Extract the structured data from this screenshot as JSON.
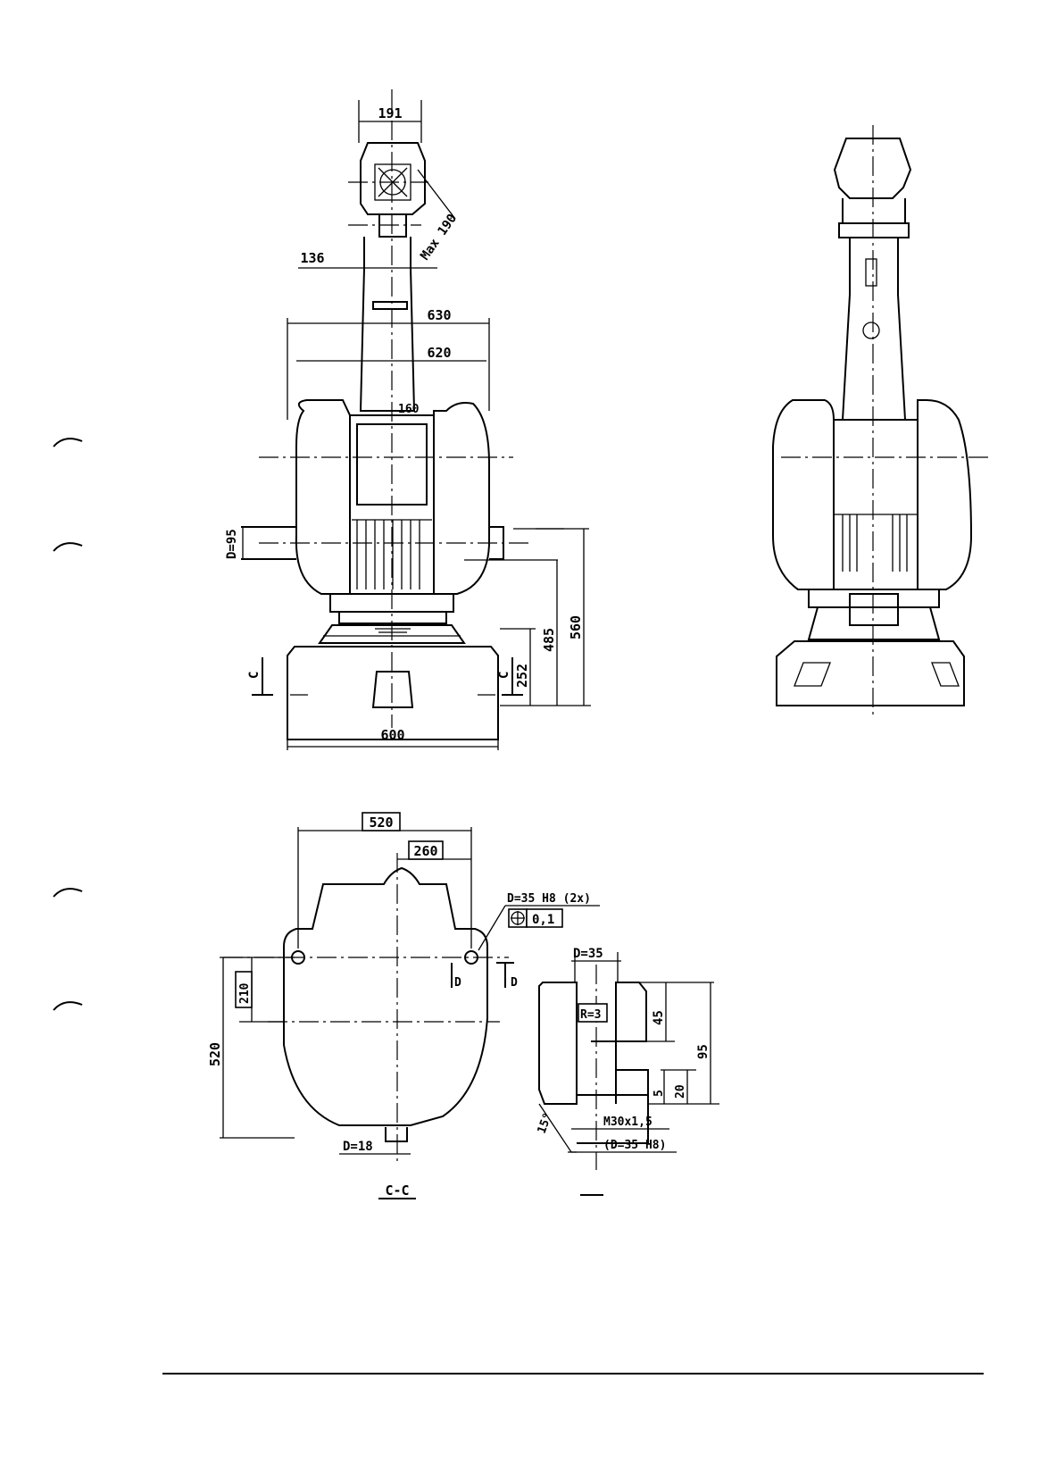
{
  "front_view": {
    "dims": {
      "wrist_width": "191",
      "arm_width": "136",
      "wrist_reach": "Max 190",
      "width_outer": "630",
      "width_inner": "620",
      "arm_center": "160",
      "shaft_diameter": "D=95",
      "base_height": "252",
      "axis_height_a": "485",
      "axis_height_b": "560",
      "base_width": "600",
      "section_mark_left": "C",
      "section_mark_right": "C"
    }
  },
  "section_cc": {
    "label": "C-C",
    "dims": {
      "footprint_width": "520",
      "half_width": "260",
      "footprint_length": "520",
      "hole_offset": "210",
      "pin_diameter": "D=18",
      "hole_callout": "D=35 H8 (2x)",
      "position_tolerance": "0,1",
      "detail_mark_left": "D",
      "detail_mark_right": "D"
    }
  },
  "section_dd": {
    "dims": {
      "bore_diameter": "D=35",
      "radius": "R=3",
      "depth_upper": "45",
      "depth_total": "95",
      "depth_a": "5",
      "depth_b": "20",
      "thread": "M30x1,5",
      "chamfer": "15°",
      "fit": "(D=35 H8)"
    }
  }
}
